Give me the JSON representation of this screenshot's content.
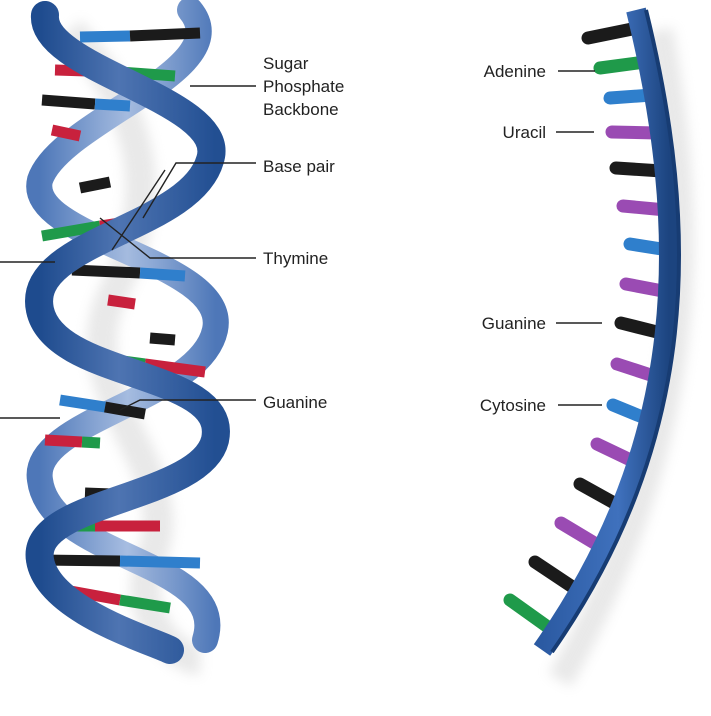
{
  "dna_labels": {
    "backbone_line1": "Sugar",
    "backbone_line2": "Phosphate",
    "backbone_line3": "Backbone",
    "base_pair": "Base pair",
    "thymine": "Thymine",
    "guanine": "Guanine"
  },
  "rna_labels": {
    "adenine": "Adenine",
    "uracil": "Uracil",
    "guanine": "Guanine",
    "cytosine": "Cytosine"
  },
  "colors": {
    "backbone": "#2e5ea6",
    "backbone_highlight": "#8aa9d6",
    "adenine": "#1f9a4a",
    "thymine": "#c8213d",
    "guanine": "#1b1b1b",
    "cytosine": "#2f7fcc",
    "uracil": "#9a4bb3"
  }
}
